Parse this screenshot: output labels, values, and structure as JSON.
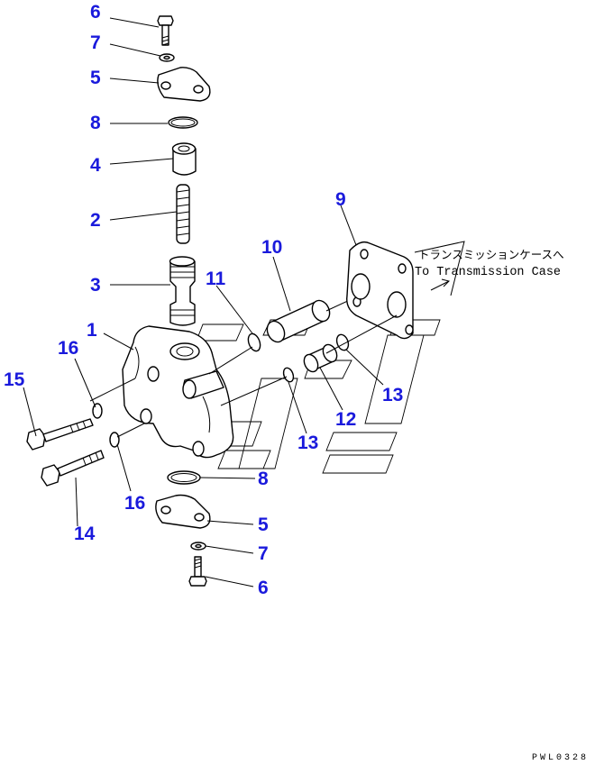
{
  "colors": {
    "callout": "#1a1adc",
    "line": "#000000",
    "background": "#ffffff"
  },
  "callouts": {
    "bolt_top": "6",
    "washer_top": "7",
    "cover_top": "5",
    "oring_top": "8",
    "sleeve": "4",
    "spring": "2",
    "plug": "3",
    "body": "1",
    "washer_left_upper": "16",
    "bolt_left_upper": "15",
    "washer_left_lower": "16",
    "bolt_left_lower": "14",
    "oring_pipe": "11",
    "pipe": "10",
    "gasket": "9",
    "oring_tube_right": "13",
    "tube": "12",
    "oring_tube_left": "13",
    "oring_bottom": "8",
    "cover_bottom": "5",
    "washer_bottom": "7",
    "bolt_bottom": "6"
  },
  "annotation": {
    "japanese": "トランスミッションケースへ",
    "english": "To Transmission Case"
  },
  "drawing_code": "PWL0328"
}
